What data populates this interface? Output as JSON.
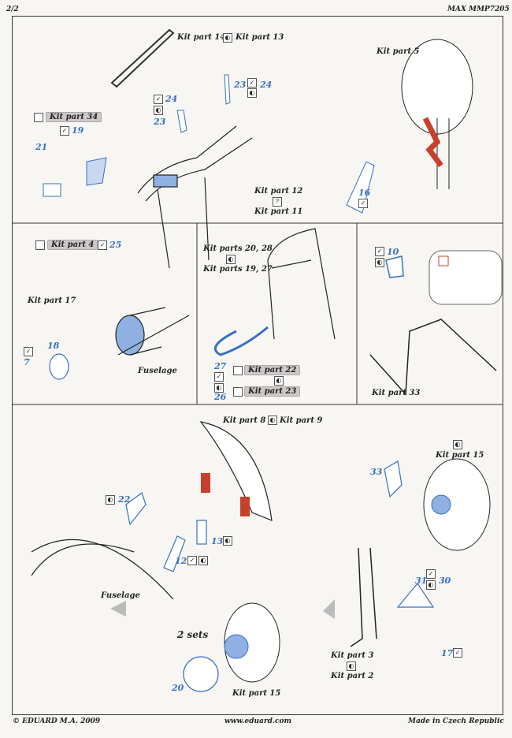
{
  "header": {
    "page": "2/2",
    "product_code": "MAX MMP7205"
  },
  "icons": {
    "check": "✓",
    "bend": "◐",
    "question": "?",
    "colour": "blue"
  },
  "colors": {
    "pe_blue": "#3a6fc0",
    "part_red": "#c8402c",
    "kit_box": "#cfc8c8"
  },
  "section1": {
    "kit_14_13": [
      "Kit part 14",
      "Kit part 13"
    ],
    "kit_5": "Kit part 5",
    "kit_34": "Kit part 34",
    "kit_12": "Kit part 12",
    "kit_11": "Kit part 11",
    "parts": {
      "p23a": "23",
      "p24a": "24",
      "p24b": "24",
      "p23b": "23",
      "p19": "19",
      "p21": "21",
      "p16": "16"
    }
  },
  "section2": {
    "kit_4": "Kit part 4",
    "kit_17": "Kit part 17",
    "fuselage": "Fuselage",
    "kit_20_28": "Kit parts 20, 28",
    "kit_19_27": "Kit parts 19, 27",
    "kit_22": "Kit part 22",
    "kit_23": "Kit part 23",
    "kit_33": "Kit part 33",
    "parts": {
      "p25": "25",
      "p18": "18",
      "p7": "7",
      "p27": "27",
      "p26": "26",
      "p10": "10"
    }
  },
  "section3": {
    "kit_8_9": [
      "Kit part 8",
      "Kit part 9"
    ],
    "kit_15a": "Kit part 15",
    "kit_15b": "Kit part 15",
    "fuselage": "Fuselage",
    "two_sets": "2 sets",
    "kit_3": "Kit part 3",
    "kit_2": "Kit part 2",
    "parts": {
      "p33": "33",
      "p22": "22",
      "p13": "13",
      "p12": "12",
      "p20": "20",
      "p31": "31",
      "p30": "30",
      "p17": "17"
    }
  },
  "footer": {
    "copyright": "© EDUARD  M.A. 2009",
    "url": "www.eduard.com",
    "origin": "Made in Czech Republic"
  }
}
